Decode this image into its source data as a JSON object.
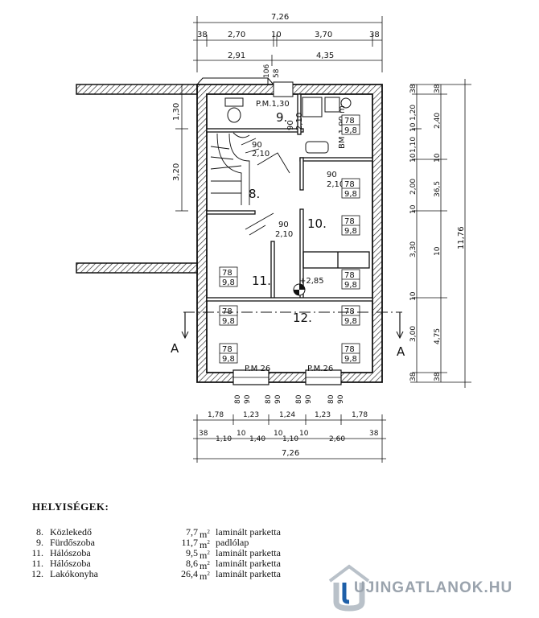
{
  "dims": {
    "top_total": "7,26",
    "top_row1": [
      "38",
      "2,70",
      "10",
      "3,70",
      "38"
    ],
    "top_row2": [
      "2,91",
      "4,35"
    ],
    "top_small": [
      "106",
      "58"
    ],
    "left": [
      "1,30",
      "3,20"
    ],
    "right_inner": [
      "38",
      "1,20",
      "10",
      "1,10",
      "10",
      "2,00",
      "10",
      "3,30",
      "10",
      "3,00",
      "38"
    ],
    "right_mid": [
      "2,40",
      "36,5",
      "4,75"
    ],
    "right_total": "11,76",
    "bottom_row1": [
      "80",
      "90",
      "80",
      "90",
      "80",
      "90",
      "80",
      "90"
    ],
    "bottom_row2": [
      "1,78",
      "1,23",
      "1,24",
      "1,23",
      "1,78"
    ],
    "bottom_row3": [
      "38",
      "1,10",
      "10",
      "1,40",
      "10",
      "1,10",
      "10",
      "2,60",
      "38"
    ],
    "bottom_total": "7,26"
  },
  "openings": {
    "pm_top": "P.M.1,30",
    "pm_bottom_left": "P.M 26",
    "pm_bottom_right": "P.M.26",
    "door_90": "90",
    "door_210": "2,10",
    "bm": "BM 1,90 m",
    "window_top": "78",
    "window_bottom": "9,8",
    "height": "+2,85"
  },
  "room_labels": [
    "9.",
    "8.",
    "10.",
    "11.",
    "12."
  ],
  "section": "A",
  "rooms_title": "HELYISÉGEK:",
  "rooms": [
    {
      "num": "8.",
      "name": "Közlekedő",
      "area": "7,7",
      "unit": "m",
      "sup": "2",
      "material": "laminált parketta"
    },
    {
      "num": "9.",
      "name": "Fürdőszoba",
      "area": "11,7",
      "unit": "m",
      "sup": "2",
      "material": "padlólap"
    },
    {
      "num": "11.",
      "name": "Hálószoba",
      "area": "9,5",
      "unit": "m",
      "sup": "2",
      "material": "laminált parketta"
    },
    {
      "num": "11.",
      "name": "Hálószoba",
      "area": "8,6",
      "unit": "m",
      "sup": "2",
      "material": "laminált parketta"
    },
    {
      "num": "12.",
      "name": "Lakókonyha",
      "area": "26,4",
      "unit": "m",
      "sup": "2",
      "material": "laminált parketta"
    }
  ],
  "watermark": "UJINGATLANOK.HU"
}
